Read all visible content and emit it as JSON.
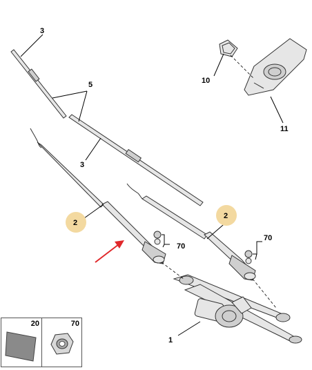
{
  "callouts": {
    "c1": "1",
    "c2a": "2",
    "c2b": "2",
    "c3a": "3",
    "c3b": "3",
    "c5": "5",
    "c10": "10",
    "c11": "11",
    "c70a": "70",
    "c70b": "70"
  },
  "legend": {
    "left_ref": "20",
    "right_ref": "70"
  },
  "colors": {
    "badge": "#f3d9a0",
    "arrow": "#e0282a"
  }
}
